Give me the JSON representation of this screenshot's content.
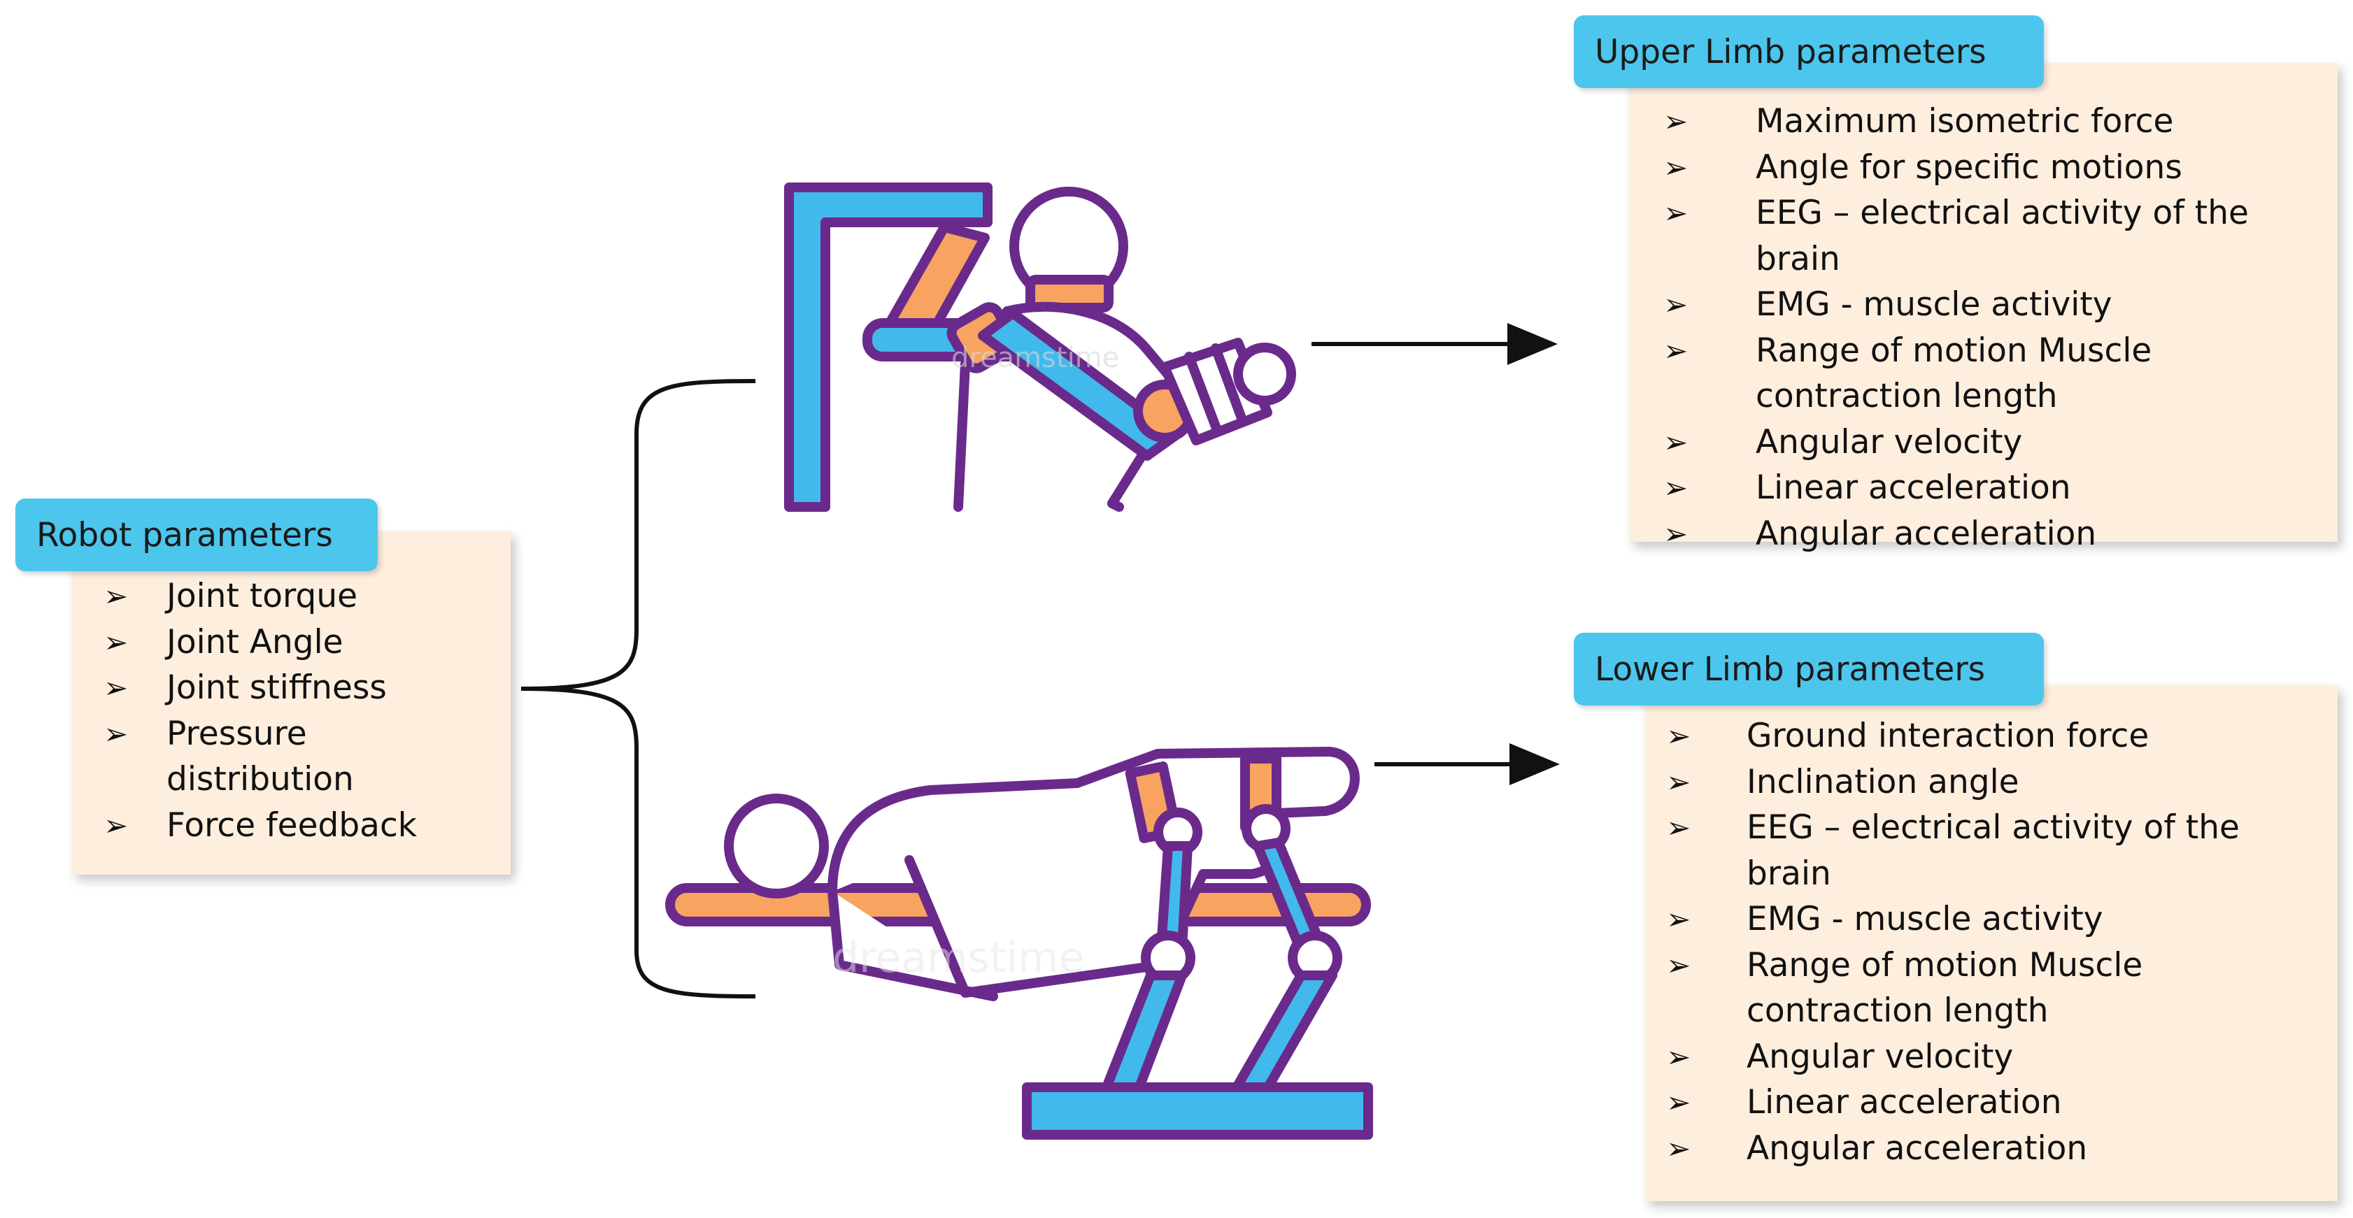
{
  "robot": {
    "title": "Robot parameters",
    "items": [
      "Joint torque",
      "Joint Angle",
      "Joint stiffness",
      "Pressure distribution",
      "Force feedback"
    ]
  },
  "upper": {
    "title": "Upper Limb parameters",
    "items": [
      "Maximum isometric force",
      "Angle for specific motions",
      "EEG – electrical activity of the brain",
      "EMG - muscle activity",
      "Range of motion Muscle contraction length",
      "Angular velocity",
      "Linear acceleration",
      "Angular acceleration"
    ]
  },
  "lower": {
    "title": "Lower Limb parameters",
    "items": [
      "Ground interaction force",
      "Inclination angle",
      "EEG – electrical activity of the brain",
      "EMG - muscle activity",
      "Range of motion Muscle contraction length",
      "Angular velocity",
      "Linear acceleration",
      "Angular acceleration"
    ]
  },
  "bullet_glyph": "➢",
  "watermark": "dreamstime",
  "colors": {
    "tag": "#4cc6ec",
    "panel": "#fdeede",
    "outline": "#6a2a8c",
    "blue": "#41b9ec",
    "orange": "#f8a35f"
  },
  "icons": [
    "upper-limb-rehab-robot-icon",
    "lower-limb-rehab-robot-icon"
  ]
}
